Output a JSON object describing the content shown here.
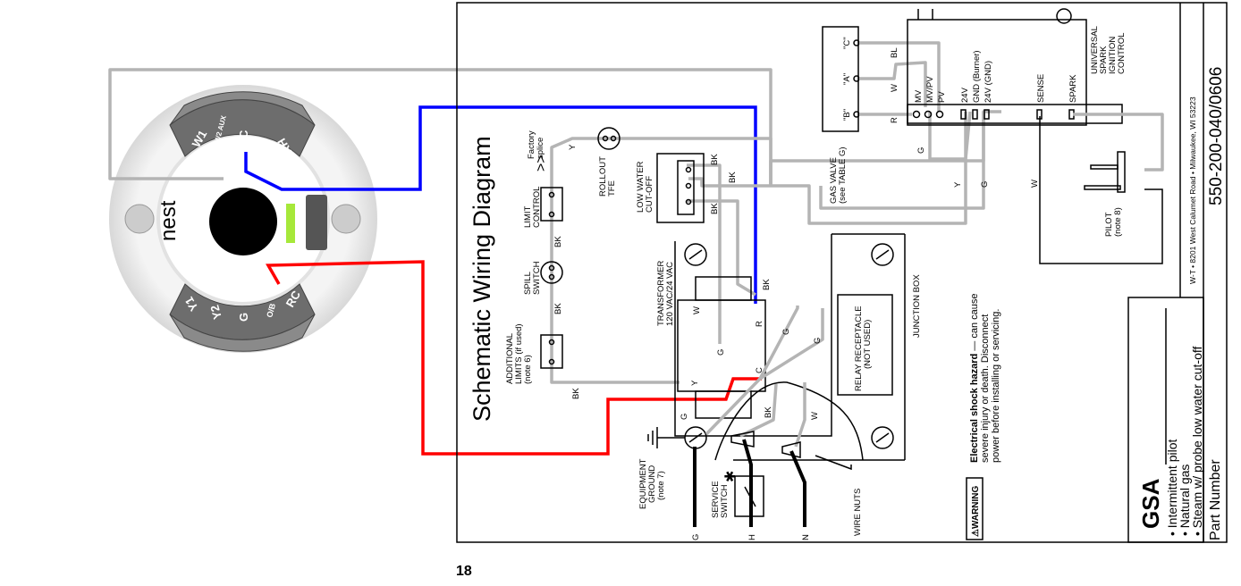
{
  "page_number": "18",
  "thermostat": {
    "brand": "nest",
    "top_terminals": [
      "W1",
      "W2 AUX",
      "C",
      "*",
      "RH"
    ],
    "bottom_terminals": [
      "Y1",
      "Y2",
      "G",
      "O/B",
      "RC"
    ]
  },
  "wire_colors": {
    "blue": "#0000ff",
    "red": "#ff0000",
    "gray": "#b4b4b4"
  },
  "schematic": {
    "title": "Schematic Wiring Diagram",
    "labels": {
      "factory_splice": [
        "Factory",
        "splice"
      ],
      "limit_control": [
        "LIMIT",
        "CONTROL"
      ],
      "spill_switch": [
        "SPILL",
        "SWITCH"
      ],
      "additional_limits": [
        "ADDITIONAL",
        "LIMITS (if used)",
        "(note 6)"
      ],
      "rollout": [
        "ROLLOUT",
        "TFE"
      ],
      "low_water": [
        "LOW WATER",
        "CUT-OFF"
      ],
      "transformer": [
        "TRANSFORMER",
        "120 VAC/24 VAC"
      ],
      "junction_box": "JUNCTION BOX",
      "relay": [
        "RELAY RECEPTACLE",
        "(NOT USED)"
      ],
      "equipment_ground": [
        "EQUIPMENT",
        "GROUND",
        "(note 7)"
      ],
      "service_switch": [
        "SERVICE",
        "SWITCH"
      ],
      "wire_nuts": "WIRE NUTS",
      "gas_valve": [
        "GAS VALVE",
        "(see TABLE G)"
      ],
      "gas_valve_terminals": [
        "\"C\"",
        "\"A\"",
        "\"B\""
      ],
      "control_terminals": [
        "MV",
        "MV/PV",
        "PV",
        "24V",
        "GND (Burner)",
        "24V (GND)",
        "SENSE",
        "SPARK"
      ],
      "control_name": [
        "UNIVERSAL",
        "SPARK",
        "IGNITION",
        "CONTROL"
      ],
      "pilot": [
        "PILOT",
        "(note 8)"
      ],
      "transformer_terminals": [
        "W",
        "R",
        "G",
        "Y",
        "C"
      ],
      "line_labels": [
        "G",
        "H",
        "N"
      ],
      "wire_tags": {
        "bk": "BK",
        "y": "Y",
        "g": "G",
        "w": "W",
        "r": "R",
        "bl": "BL"
      }
    },
    "warning": {
      "badge": "WARNING",
      "bold": "Electrical shock hazard",
      "lines": [
        "— can cause",
        "severe injury or death. Disconnect",
        "power before installing or servicing."
      ]
    }
  },
  "title_block": {
    "model": "GSA",
    "bullets": [
      "Intermittent pilot",
      "Natural gas",
      "Steam w/ probe low water cut-off"
    ],
    "address": "W-T • 8201 West Calumet Road • Milwaukee, WI 53223",
    "part_number_label": "Part Number",
    "part_number": "550-200-040/0606"
  }
}
